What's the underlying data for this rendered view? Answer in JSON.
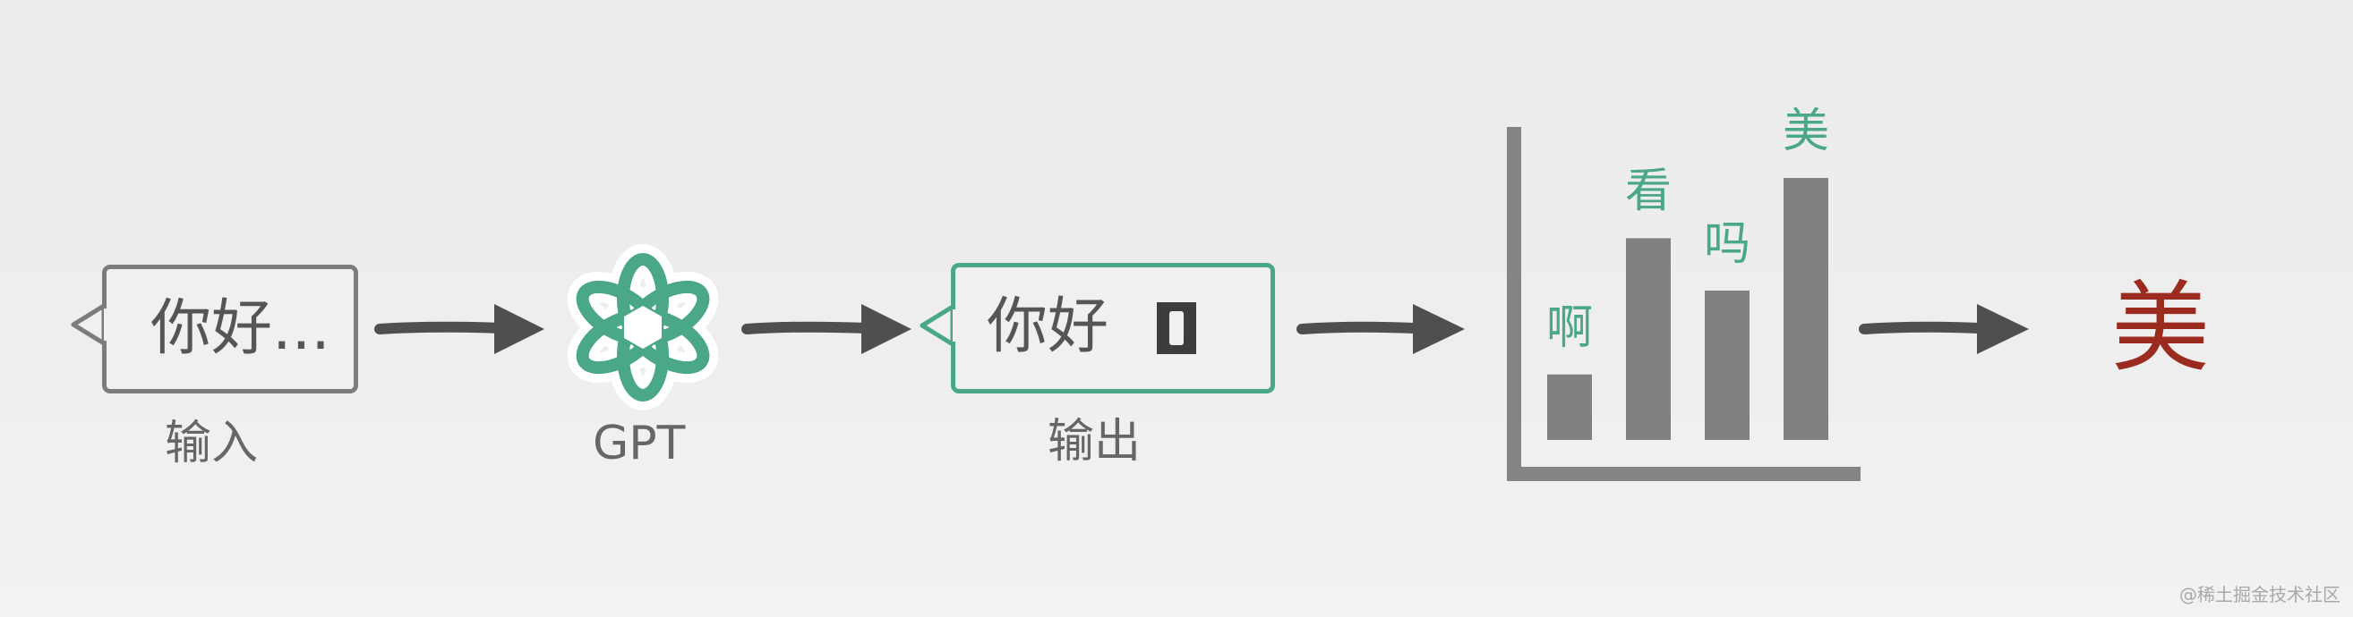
{
  "colors": {
    "input_border": "#7c7c7c",
    "output_border": "#4aa886",
    "text_dark": "#555555",
    "caption": "#666666",
    "arrow": "#4f4f4f",
    "gpt_logo": "#4aa886",
    "bars": "#7f8281",
    "axis": "#838584",
    "bar_words": "#4aa886",
    "result": "#9b2b1f"
  },
  "input_box": {
    "text": "你好...",
    "caption": "输入"
  },
  "gpt": {
    "icon": "openai-logo-icon",
    "caption": "GPT"
  },
  "output_box": {
    "text": "你好",
    "cursor_icon": "cursor-block-icon",
    "caption": "输出"
  },
  "chart_data": {
    "type": "bar",
    "categories": [
      "啊",
      "看",
      "吗",
      "美"
    ],
    "values": [
      0.25,
      0.77,
      0.57,
      1.0
    ],
    "ylim": [
      0,
      1.2
    ],
    "grid": false
  },
  "result": {
    "text": "美"
  },
  "watermark": "@稀土掘金技术社区"
}
